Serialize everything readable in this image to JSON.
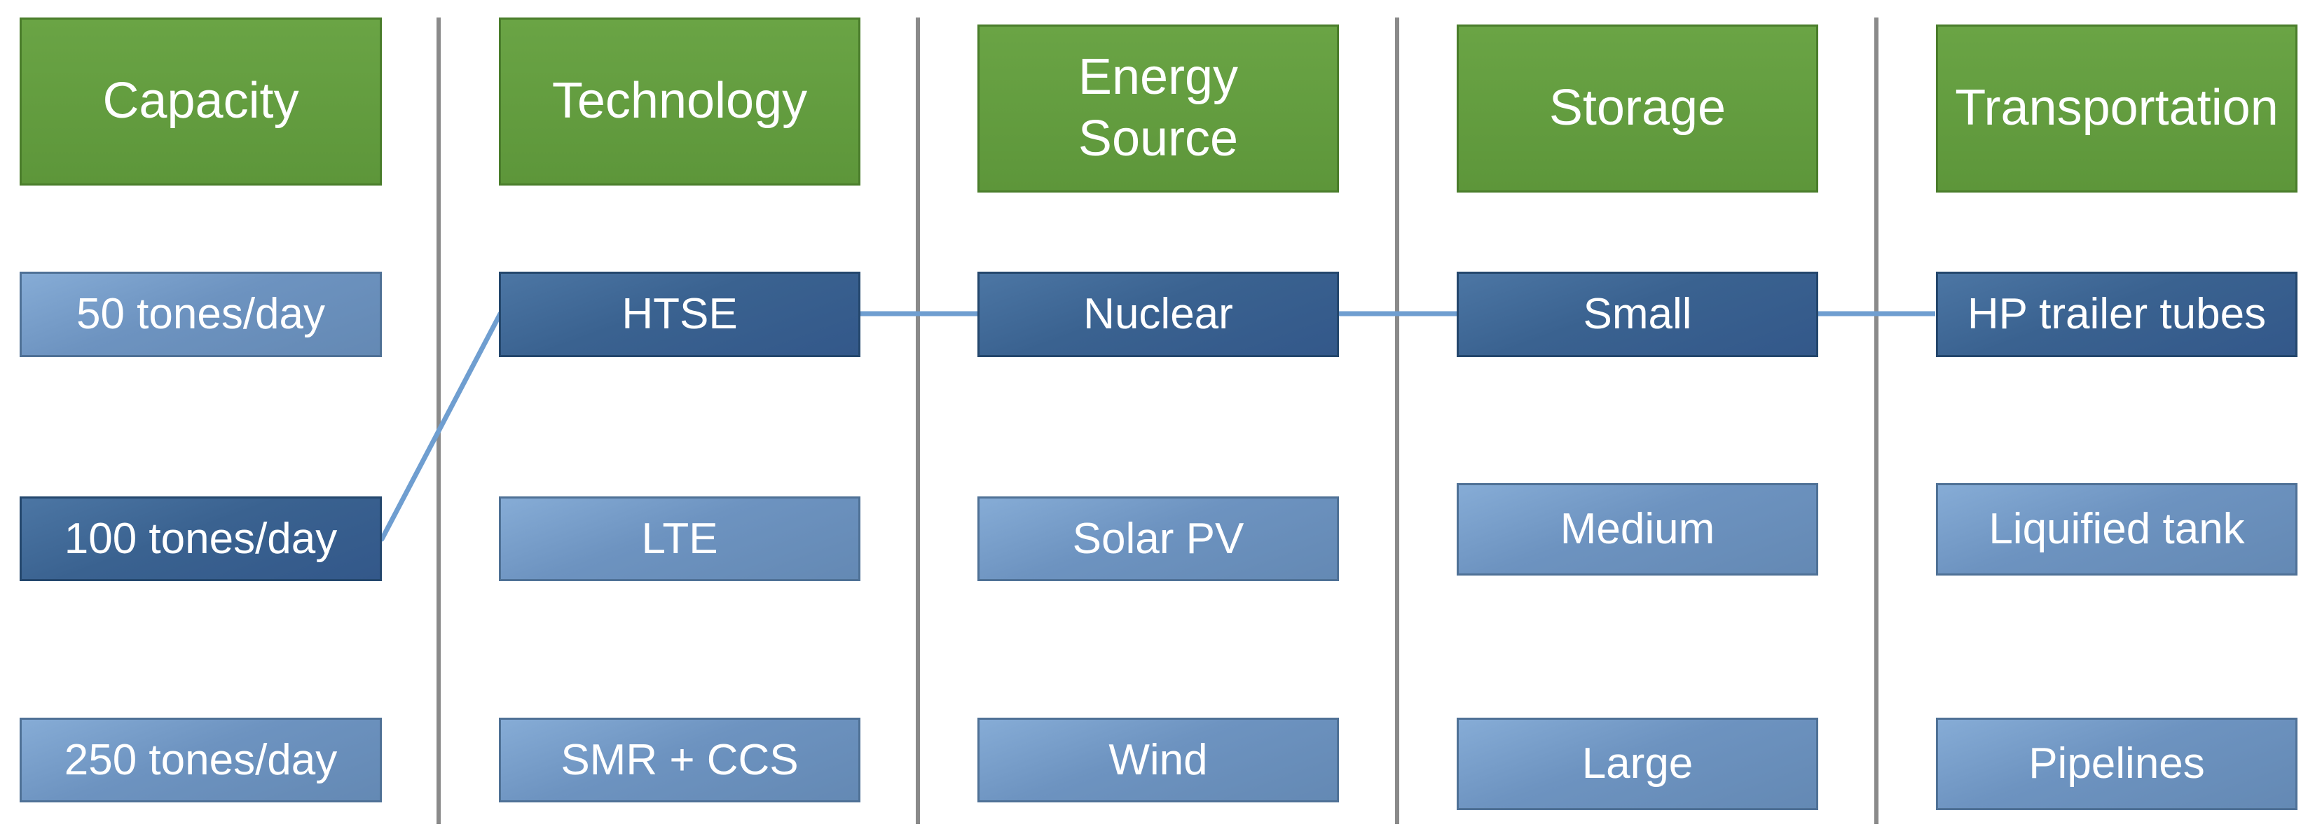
{
  "columns": [
    {
      "header": "Capacity",
      "options": [
        "50 tones/day",
        "100 tones/day",
        "250 tones/day"
      ],
      "selected_index": 1
    },
    {
      "header": "Technology",
      "options": [
        "HTSE",
        "LTE",
        "SMR + CCS"
      ],
      "selected_index": 0
    },
    {
      "header_lines": [
        "Energy",
        "Source"
      ],
      "options": [
        "Nuclear",
        "Solar PV",
        "Wind"
      ],
      "selected_index": 0
    },
    {
      "header": "Storage",
      "options": [
        "Small",
        "Medium",
        "Large"
      ],
      "selected_index": 0
    },
    {
      "header": "Transportation",
      "options": [
        "HP trailer tubes",
        "Liquified tank",
        "Pipelines"
      ],
      "selected_index": 0
    }
  ],
  "colors": {
    "header_green": "#5f9a3b",
    "selected_blue": "#3a6290",
    "option_blue": "#7098c6",
    "link_line": "#6f9ed0",
    "divider_gray": "#8a8a8a"
  }
}
